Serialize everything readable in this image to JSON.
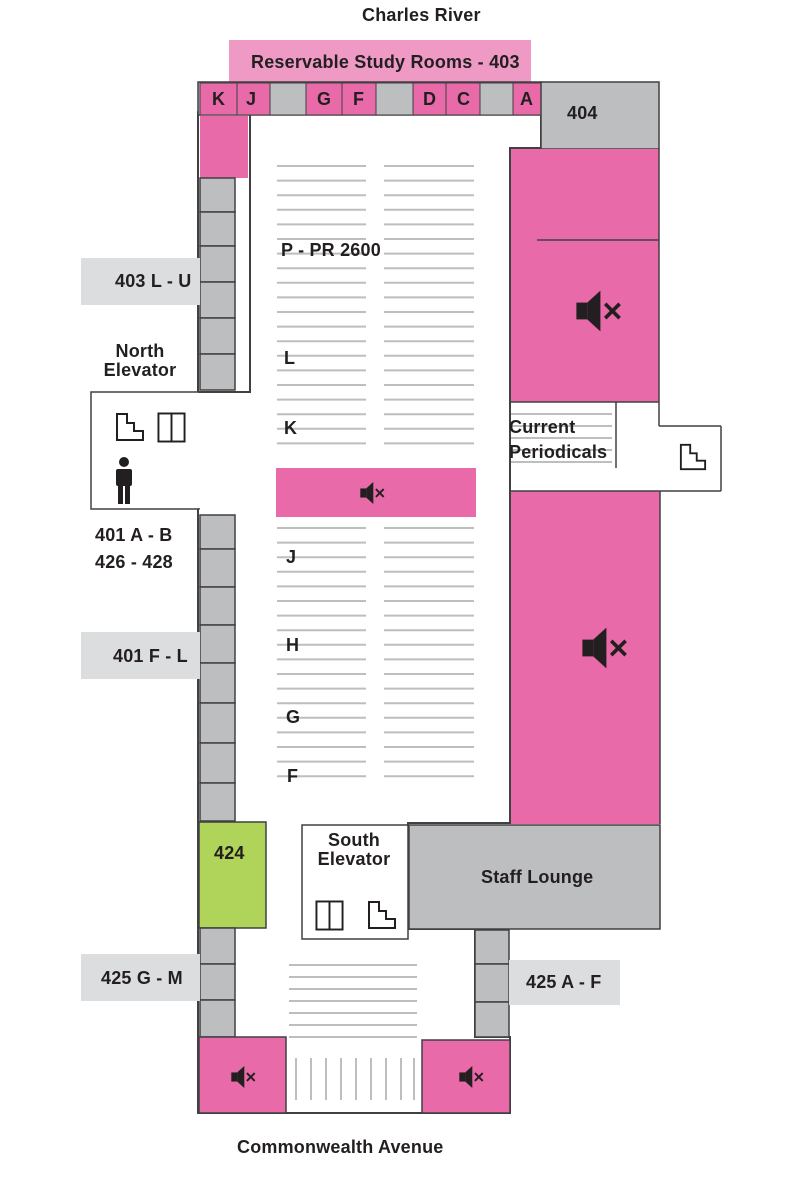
{
  "title_top": "Charles River",
  "title_bottom": "Commonwealth Avenue",
  "reservable": {
    "label": "Reservable Study Rooms - 403",
    "rooms": [
      "K",
      "J",
      "",
      "G",
      "F",
      "",
      "D",
      "C",
      "",
      "A"
    ]
  },
  "rooms": {
    "r404": "404",
    "r424": "424",
    "staff_lounge": "Staff Lounge",
    "current_periodicals": "Current Periodicals"
  },
  "side_labels": {
    "l403": "403 L - U",
    "l401fl": "401 F - L",
    "l425gm": "425 G - M",
    "l425af": "425 A - F",
    "l401ab": "401 A - B",
    "l426": "426 - 428"
  },
  "elevators": {
    "north": "North Elevator",
    "south": "South Elevator"
  },
  "stack_labels": {
    "ppr": "P - PR 2600",
    "l": "L",
    "k": "K",
    "j": "J",
    "h": "H",
    "g": "G",
    "f": "F"
  },
  "icons": {
    "quiet": "quiet-zone-icon",
    "stairs": "stairs-icon",
    "elevator": "elevator-icon",
    "person": "restroom-person-icon"
  },
  "colors": {
    "pink": "#e86aa8",
    "light_pink": "#ee9ac4",
    "gray": "#bdbec0",
    "light_gray": "#dcdddf",
    "green": "#b0d35a",
    "outline": "#414042"
  }
}
